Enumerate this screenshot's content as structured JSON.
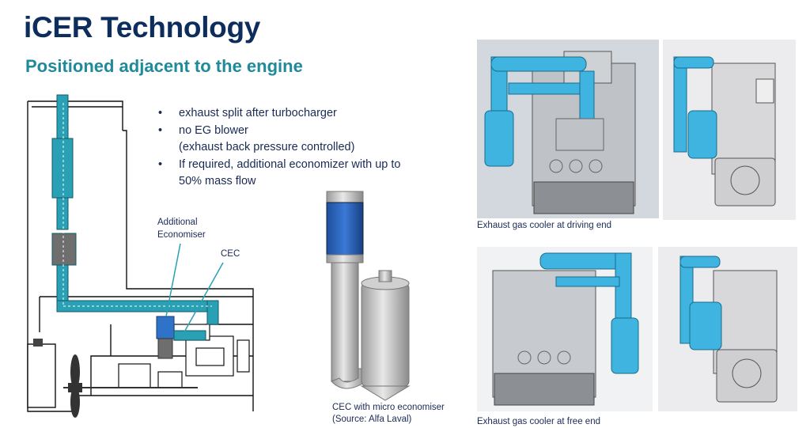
{
  "title": "iCER Technology",
  "subtitle": "Positioned adjacent to the engine",
  "bullets": [
    "exhaust split after turbocharger",
    "no EG blower",
    "(exhaust back pressure controlled)",
    "If required, additional economizer with up to",
    "50% mass flow"
  ],
  "diagram": {
    "label_additional": "Additional",
    "label_economiser": "Economiser",
    "label_cec": "CEC"
  },
  "cec_caption": {
    "line1": "CEC with micro economiser",
    "line2": "(Source: Alfa Laval)"
  },
  "captions": {
    "driving_end": "Exhaust gas cooler at driving end",
    "free_end": "Exhaust gas cooler at free end"
  },
  "colors": {
    "title": "#0d2d5c",
    "subtitle": "#1f8a9a",
    "pipe": "#2aa0b5",
    "economiser": "#2f73c9",
    "cooler_blue": "#3fb4e0",
    "photo_bg": "#d8dde4"
  }
}
